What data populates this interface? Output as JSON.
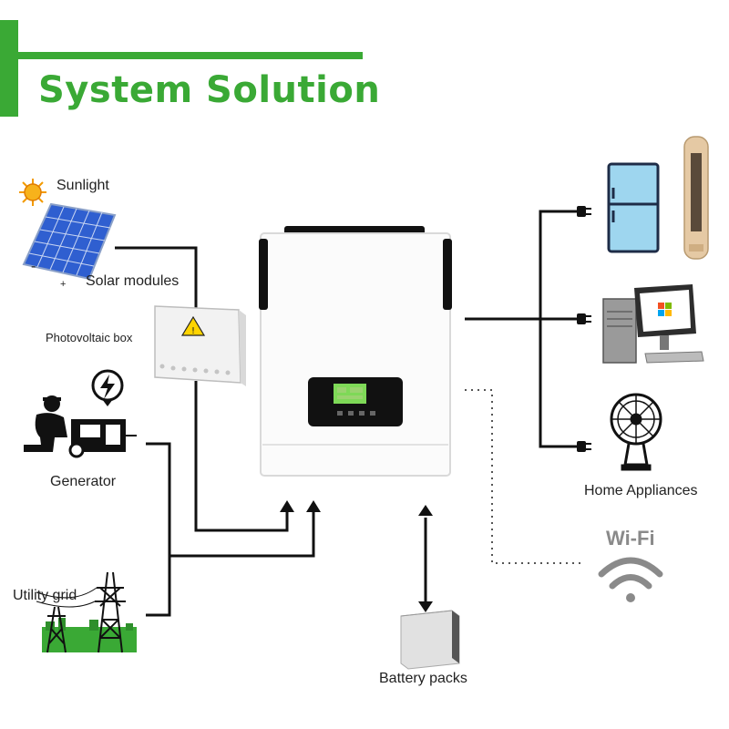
{
  "header": {
    "title": "System Solution",
    "accent_color": "#3aa935"
  },
  "inputs": {
    "sunlight": "Sunlight",
    "solar_modules": "Solar modules",
    "solar_minus": "-",
    "solar_plus": "+",
    "pv_box": "Photovoltaic box",
    "generator": "Generator",
    "utility_grid": "Utility grid"
  },
  "outputs": {
    "home_appliances": "Home Appliances",
    "wifi": "Wi-Fi",
    "battery_packs": "Battery packs"
  },
  "icons": [
    "sun-icon",
    "solar-panel-icon",
    "pv-box-icon",
    "generator-icon",
    "power-tower-icon",
    "inverter-icon",
    "fridge-icon",
    "air-conditioner-icon",
    "computer-icon",
    "fan-icon",
    "wifi-icon",
    "battery-icon",
    "plug-icon"
  ],
  "colors": {
    "line": "#111111",
    "lcd": "#7ed957",
    "wifi": "#8a8a8a",
    "panel_blue": "#2f5fd0"
  }
}
